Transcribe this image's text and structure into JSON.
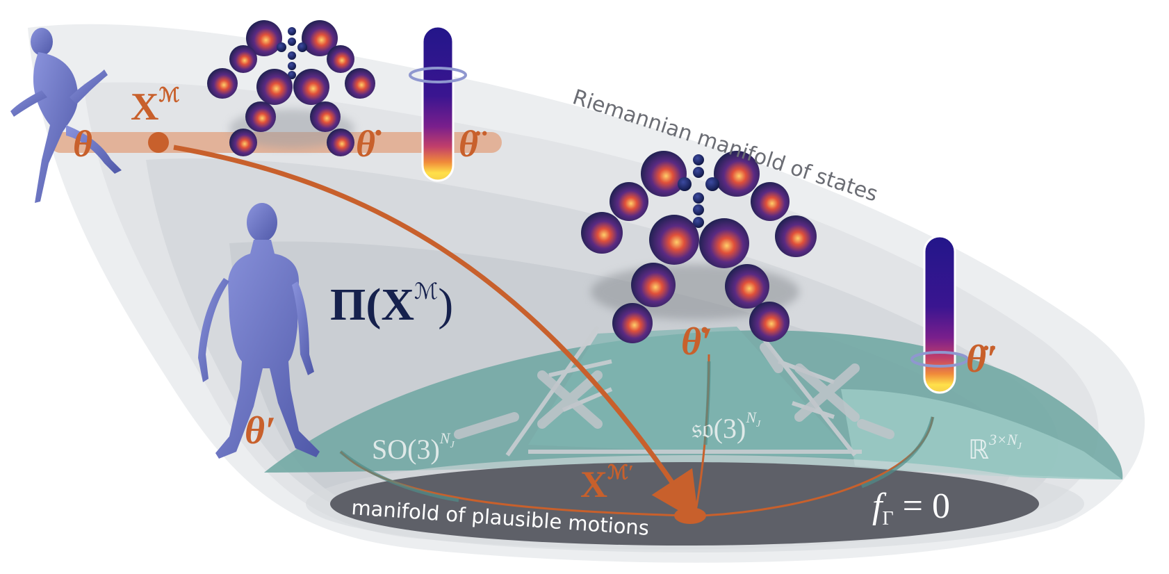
{
  "labels": {
    "manifold_states": "Riemannian manifold of states",
    "manifold_plausible": "manifold of plausible motions",
    "x_m": "X",
    "x_m_sup": "ℳ",
    "x_m_prime": "X",
    "x_m_prime_sup": "ℳ′",
    "theta": "θ",
    "theta_dot": "θ̇",
    "theta_ddot": "θ̈",
    "theta_prime": "θ′",
    "theta_dot_prime": "θ̇′",
    "theta_ddot_prime": "θ̈′",
    "projection": "Π(X",
    "projection_sup": "ℳ",
    "projection_close": ")",
    "so3": "SO(3)",
    "so3_sup": "N",
    "so3_sub": "J",
    "so3_lie": "𝔰𝔬(3)",
    "so3_lie_sup": "N",
    "so3_lie_sub": "J",
    "r3": "ℝ",
    "r3_sup": "3×N",
    "r3_sub": "J",
    "constraint": "f",
    "constraint_sub": "Γ",
    "constraint_rhs": " = 0"
  },
  "colors": {
    "orange": "#c8602c",
    "teal": "#6fa7a3",
    "dark_ellipse": "#5e6068",
    "navy": "#16214d",
    "body_blue": "#6f78c8",
    "grey_text": "#6b6d74"
  }
}
